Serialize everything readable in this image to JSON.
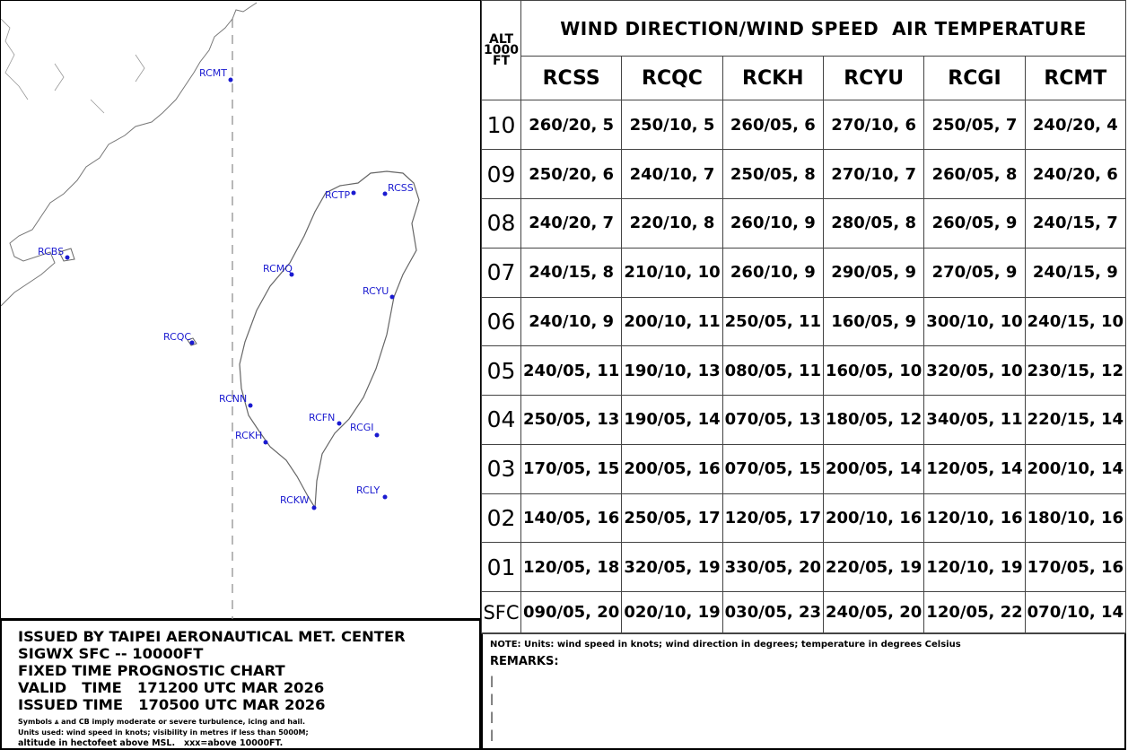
{
  "map": {
    "stations": [
      {
        "id": "RCMT",
        "label": "RCMT"
      },
      {
        "id": "RCTP",
        "label": "RCTP"
      },
      {
        "id": "RCSS",
        "label": "RCSS"
      },
      {
        "id": "RCBS",
        "label": "RCBS"
      },
      {
        "id": "RCMQ",
        "label": "RCMQ"
      },
      {
        "id": "RCYU",
        "label": "RCYU"
      },
      {
        "id": "RCQC",
        "label": "RCQC"
      },
      {
        "id": "RCNN",
        "label": "RCNN"
      },
      {
        "id": "RCFN",
        "label": "RCFN"
      },
      {
        "id": "RCGI",
        "label": "RCGI"
      },
      {
        "id": "RCKH",
        "label": "RCKH"
      },
      {
        "id": "RCLY",
        "label": "RCLY"
      },
      {
        "id": "RCKW",
        "label": "RCKW"
      }
    ],
    "station_color": "#1a1ad0"
  },
  "info": {
    "lines": [
      "ISSUED BY TAIPEI AERONAUTICAL MET. CENTER",
      "SIGWX SFC -- 10000FT",
      "FIXED TIME PROGNOSTIC CHART",
      "VALID   TIME   171200 UTC MAR 2026",
      "ISSUED TIME   170500 UTC MAR 2026"
    ],
    "small": [
      "Symbols ⩓ and CB imply moderate or severe turbulence, icing and hail.",
      "Units used: wind speed in knots; visibility in metres if less than 5000M;",
      "altitude in hectofeet above MSL.   xxx=above 10000FT."
    ]
  },
  "table": {
    "alt_header": [
      "ALT",
      "1000",
      "FT"
    ],
    "title": "WIND DIRECTION/WIND SPEED  AIR TEMPERATURE",
    "stations": [
      "RCSS",
      "RCQC",
      "RCKH",
      "RCYU",
      "RCGI",
      "RCMT"
    ],
    "rows": [
      {
        "alt": "10",
        "values": [
          "260/20, 5",
          "250/10, 5",
          "260/05, 6",
          "270/10, 6",
          "250/05, 7",
          "240/20, 4"
        ]
      },
      {
        "alt": "09",
        "values": [
          "250/20, 6",
          "240/10, 7",
          "250/05, 8",
          "270/10, 7",
          "260/05, 8",
          "240/20, 6"
        ]
      },
      {
        "alt": "08",
        "values": [
          "240/20, 7",
          "220/10, 8",
          "260/10, 9",
          "280/05, 8",
          "260/05, 9",
          "240/15, 7"
        ]
      },
      {
        "alt": "07",
        "values": [
          "240/15, 8",
          "210/10, 10",
          "260/10, 9",
          "290/05, 9",
          "270/05, 9",
          "240/15, 9"
        ]
      },
      {
        "alt": "06",
        "values": [
          "240/10, 9",
          "200/10, 11",
          "250/05, 11",
          "160/05, 9",
          "300/10, 10",
          "240/15, 10"
        ]
      },
      {
        "alt": "05",
        "values": [
          "240/05, 11",
          "190/10, 13",
          "080/05, 11",
          "160/05, 10",
          "320/05, 10",
          "230/15, 12"
        ]
      },
      {
        "alt": "04",
        "values": [
          "250/05, 13",
          "190/05, 14",
          "070/05, 13",
          "180/05, 12",
          "340/05, 11",
          "220/15, 14"
        ]
      },
      {
        "alt": "03",
        "values": [
          "170/05, 15",
          "200/05, 16",
          "070/05, 15",
          "200/05, 14",
          "120/05, 14",
          "200/10, 14"
        ]
      },
      {
        "alt": "02",
        "values": [
          "140/05, 16",
          "250/05, 17",
          "120/05, 17",
          "200/10, 16",
          "120/10, 16",
          "180/10, 16"
        ]
      },
      {
        "alt": "01",
        "values": [
          "120/05, 18",
          "320/05, 19",
          "330/05, 20",
          "220/05, 19",
          "120/10, 19",
          "170/05, 16"
        ]
      },
      {
        "alt": "SFC",
        "values": [
          "090/05, 20",
          "020/10, 19",
          "030/05, 23",
          "240/05, 20",
          "120/05, 22",
          "070/10, 14"
        ]
      }
    ]
  },
  "notes": {
    "note": "NOTE: Units: wind speed in knots; wind direction in degrees; temperature in degrees Celsius",
    "remarks_label": "REMARKS:",
    "remark_lines": [
      "|",
      "|",
      "|",
      "|"
    ]
  }
}
